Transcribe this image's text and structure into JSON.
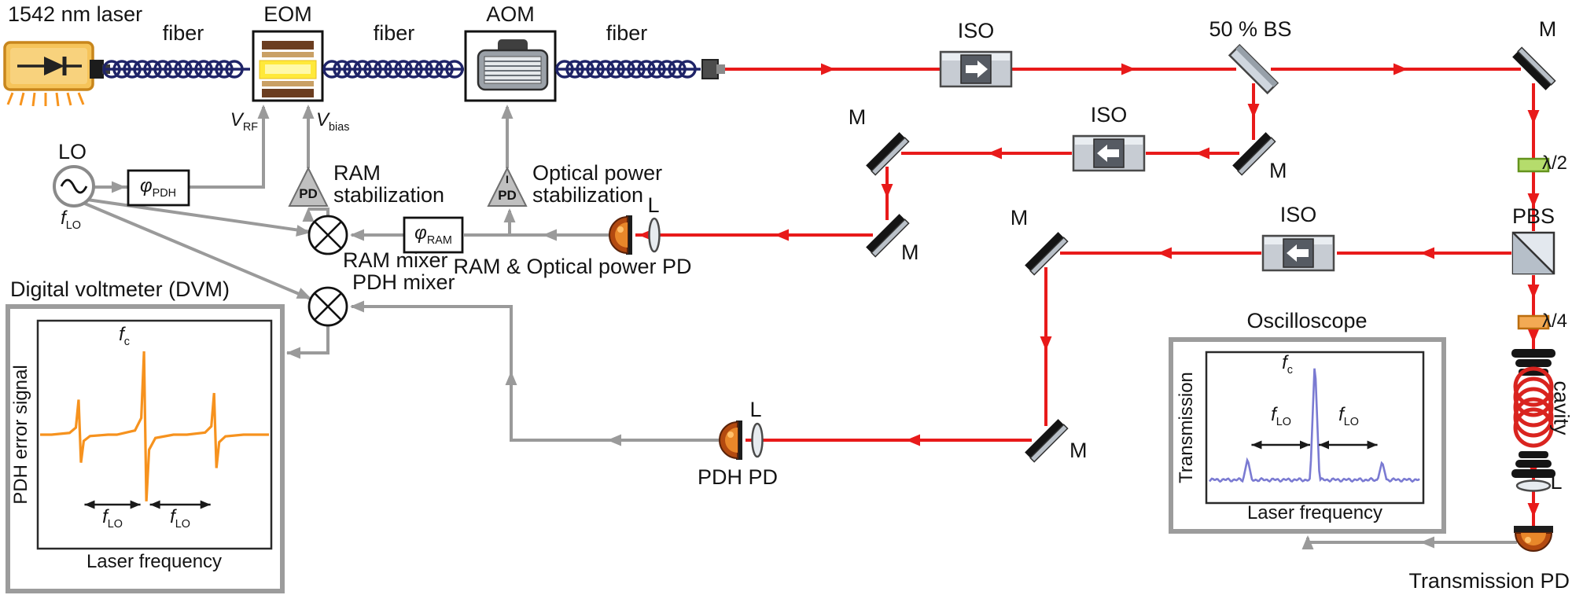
{
  "colors": {
    "beam": "#e81a1a",
    "signal": "#9a9a9a",
    "fiber": "#1f2468",
    "laser_body": "#f6c45a",
    "dvm_trace": "#f6921e",
    "scope_trace": "#7a7ad2"
  },
  "labels": {
    "laser": "1542 nm laser",
    "fiber1": "fiber",
    "fiber2": "fiber",
    "fiber3": "fiber",
    "eom": "EOM",
    "aom": "AOM",
    "iso1": "ISO",
    "iso2": "ISO",
    "iso3": "ISO",
    "bs": "50 % BS",
    "m1": "M",
    "m2": "M",
    "m3": "M",
    "m4": "M",
    "m5": "M",
    "m6": "M",
    "half_wave": "λ/2",
    "pbs": "PBS",
    "quarter_wave": "λ/4",
    "cavity": "cavity",
    "l1": "L",
    "l2": "L",
    "l3": "L",
    "ram_pd": "RAM & Optical power PD",
    "pdh_pd": "PDH PD",
    "transmission_pd": "Transmission PD",
    "lo": "LO",
    "f_lo": {
      "main": "f",
      "sub": "LO"
    },
    "phi_pdh": {
      "main": "φ",
      "sub": "PDH"
    },
    "phi_ram": {
      "main": "φ",
      "sub": "RAM"
    },
    "v_rf": {
      "main": "V",
      "sub": "RF"
    },
    "v_bias": {
      "main": "V",
      "sub": "bias"
    },
    "ram_amp": "PD",
    "power_amp_top": "I",
    "power_amp_bottom": "PD",
    "ram_stab_line1": "RAM",
    "ram_stab_line2": "stabilization",
    "power_stab_line1": "Optical power",
    "power_stab_line2": "stabilization",
    "ram_mixer": "RAM mixer",
    "pdh_mixer": "PDH mixer"
  },
  "chart_data": [
    {
      "id": "dvm",
      "type": "line",
      "title": "Digital voltmeter (DVM)",
      "xlabel": "Laser frequency",
      "ylabel": "PDH error signal",
      "trace_color": "#f6921e",
      "features": [
        {
          "x": 0.18,
          "amplitude": 0.42
        },
        {
          "x": 0.46,
          "amplitude": 1.0
        },
        {
          "x": 0.76,
          "amplitude": 0.5
        }
      ],
      "annotations": {
        "center_peak": {
          "main": "f",
          "sub": "c"
        },
        "left_spacing": {
          "main": "f",
          "sub": "LO"
        },
        "right_spacing": {
          "main": "f",
          "sub": "LO"
        }
      }
    },
    {
      "id": "oscilloscope",
      "type": "line",
      "title": "Oscilloscope",
      "xlabel": "Laser frequency",
      "ylabel": "Transmission",
      "trace_color": "#7a7ad2",
      "peaks": [
        {
          "x": 0.19,
          "height": 0.17
        },
        {
          "x": 0.5,
          "height": 0.93
        },
        {
          "x": 0.81,
          "height": 0.15
        }
      ],
      "annotations": {
        "center_peak": {
          "main": "f",
          "sub": "c"
        },
        "left_spacing": {
          "main": "f",
          "sub": "LO"
        },
        "right_spacing": {
          "main": "f",
          "sub": "LO"
        }
      }
    }
  ]
}
